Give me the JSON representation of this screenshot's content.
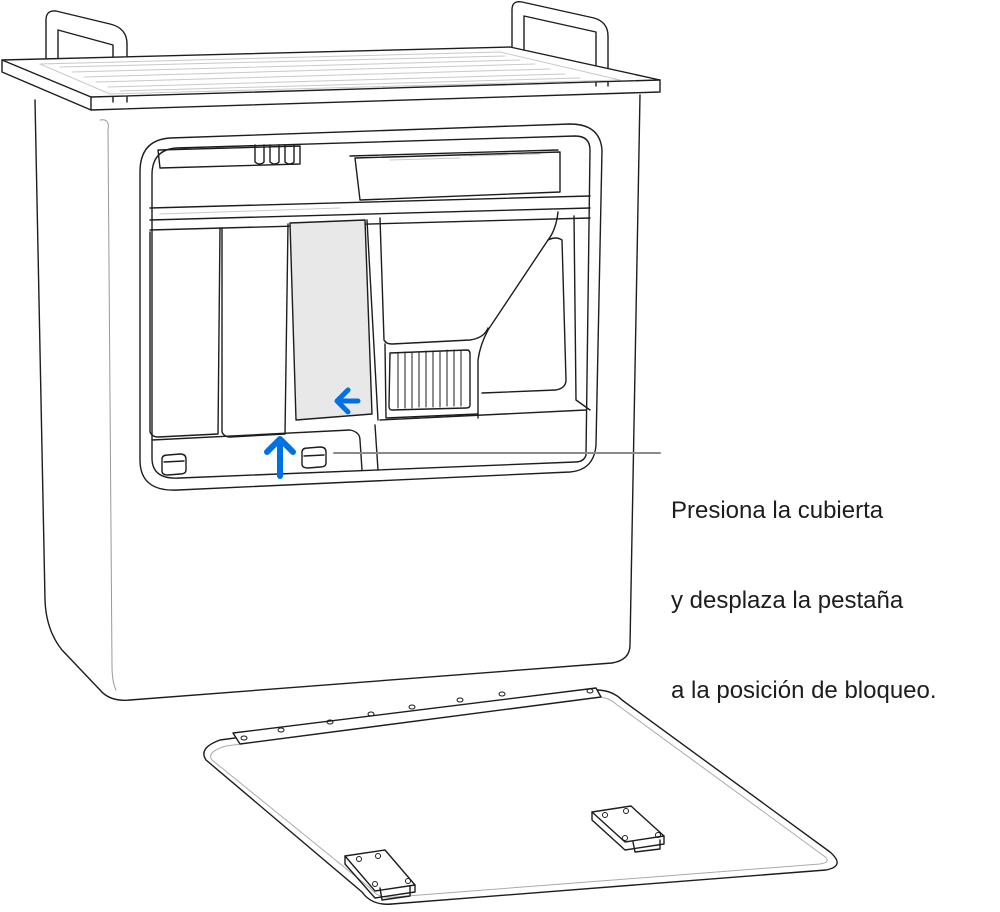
{
  "figure": {
    "subject": "Mac Pro with side cover removed",
    "callout": {
      "lines": [
        "Presiona la cubierta",
        "y desplaza la pestaña",
        "a la posición de bloqueo."
      ]
    },
    "arrows": [
      {
        "name": "up-arrow",
        "direction": "up"
      },
      {
        "name": "left-arrow",
        "direction": "left"
      }
    ],
    "colors": {
      "line": "#1d1d1f",
      "light_line": "#bbbbbb",
      "highlight_fill": "#e8e8e8",
      "arrow": "#0071e3",
      "leader_line": "#8a8a8a"
    }
  }
}
